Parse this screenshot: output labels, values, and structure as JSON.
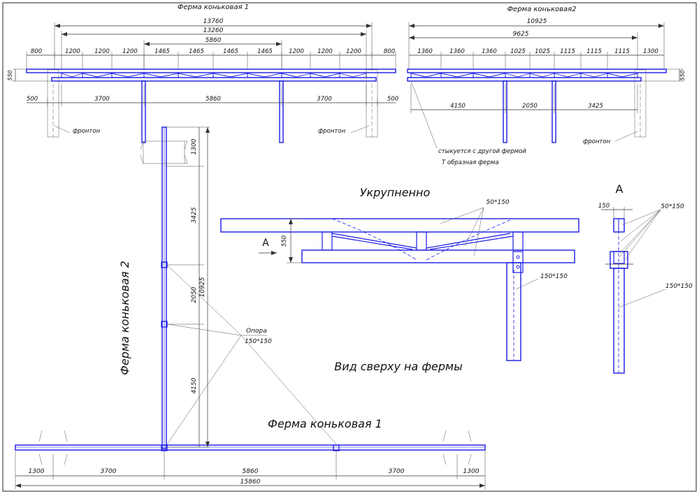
{
  "colors": {
    "steel": "#1a1ae6",
    "line": "#333333",
    "background": "#ffffff"
  },
  "truss1": {
    "title": "Ферма коньковая 1",
    "dims_top": [
      "13760",
      "13260",
      "5860"
    ],
    "dims_row": [
      "800",
      "1200",
      "1200",
      "1200",
      "1465",
      "1465",
      "1465",
      "1465",
      "1200",
      "1200",
      "1200",
      "800"
    ],
    "dim_height": "550",
    "dims_bottom": [
      "500",
      "3700",
      "5860",
      "3700",
      "500"
    ],
    "gable_left": "фронтон",
    "gable_right": "фронтон"
  },
  "truss2": {
    "title": "Ферма коньковая2",
    "dims_top": [
      "10925",
      "9625"
    ],
    "dims_row": [
      "1360",
      "1360",
      "1360",
      "1025",
      "1025",
      "1115",
      "1115",
      "1115",
      "1300"
    ],
    "dim_height": "550",
    "dims_bottom": [
      "4150",
      "2050",
      "3425"
    ],
    "gable": "фронтон",
    "note_1": "стыкуется с другой фермой",
    "note_2": "Т образная ферма"
  },
  "detail": {
    "title": "Укрупненно",
    "member_label": "50*150",
    "post_label": "150*150",
    "dim_height": "550",
    "section_marker": "А"
  },
  "section_a": {
    "title": "А",
    "dim_width": "150",
    "member_label": "50*150",
    "post_label": "150*150"
  },
  "plan": {
    "title": "Вид сверху на фермы",
    "truss1_label": "Ферма коньковая 1",
    "truss2_label": "Ферма коньковая 2",
    "support_label": "Опора",
    "support_size": "150*150",
    "dims_vertical": [
      "1300",
      "3425",
      "2050",
      "4150"
    ],
    "dim_vertical_total": "10925",
    "dims_bottom": [
      "1300",
      "3700",
      "5860",
      "3700",
      "1300"
    ],
    "dim_bottom_total": "15860"
  }
}
